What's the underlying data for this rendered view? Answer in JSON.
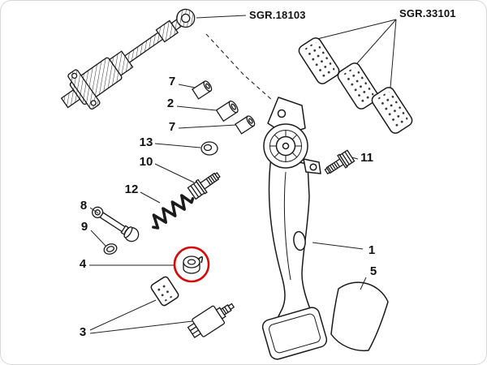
{
  "figure": {
    "type": "exploded-parts-diagram",
    "description": "Clutch pedal assembly exploded view with numbered parts",
    "references": [
      {
        "label": "SGR.18103"
      },
      {
        "label": "SGR.33101"
      }
    ],
    "part_labels": [
      {
        "number": "7"
      },
      {
        "number": "2"
      },
      {
        "number": "7"
      },
      {
        "number": "13"
      },
      {
        "number": "10"
      },
      {
        "number": "12"
      },
      {
        "number": "8"
      },
      {
        "number": "9"
      },
      {
        "number": "4"
      },
      {
        "number": "3"
      },
      {
        "number": "11"
      },
      {
        "number": "1"
      },
      {
        "number": "5"
      }
    ],
    "highlight": {
      "part": "4",
      "shape": "circle",
      "color": "#d40b0b"
    },
    "style": {
      "line_color": "#1a1a1a",
      "background": "#ffffff"
    }
  }
}
